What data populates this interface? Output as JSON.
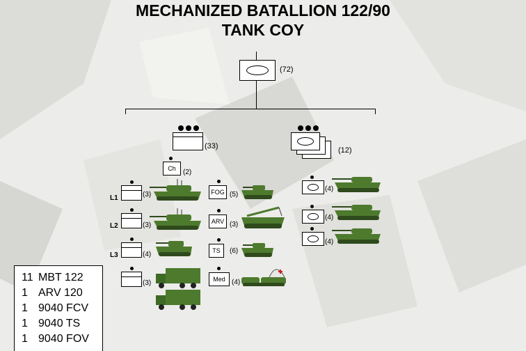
{
  "title": {
    "line1": "MECHANIZED BATALLION 122/90",
    "line2": "TANK COY"
  },
  "hq": {
    "count": "(72)"
  },
  "command_group": {
    "count": "(33)"
  },
  "recon_group": {
    "count": "(12)"
  },
  "chief": {
    "label": "Ch",
    "count": "(2)"
  },
  "platoons": [
    {
      "label": "L1",
      "count": "(3)"
    },
    {
      "label": "L2",
      "count": "(3)"
    },
    {
      "label": "L3",
      "count": "(4)"
    },
    {
      "label": "",
      "count": "(3)"
    }
  ],
  "support_units": [
    {
      "label": "FOG",
      "count": "(5)"
    },
    {
      "label": "ARV",
      "count": "(3)"
    },
    {
      "label": "TS",
      "count": "(6)"
    },
    {
      "label": "Med",
      "count": "(4)"
    }
  ],
  "recon_units": [
    {
      "count": "(4)"
    },
    {
      "count": "(4)"
    },
    {
      "count": "(4)"
    }
  ],
  "legend": [
    {
      "qty": "11",
      "name": "MBT 122"
    },
    {
      "qty": "1",
      "name": "ARV 120"
    },
    {
      "qty": "1",
      "name": "9040 FCV"
    },
    {
      "qty": "1",
      "name": "9040 TS"
    },
    {
      "qty": "1",
      "name": "9040 FOV"
    }
  ],
  "colors": {
    "vehicle_green": "#4e7a2e",
    "vehicle_dark": "#2f4a1c",
    "medical_cross": "#d02020"
  }
}
